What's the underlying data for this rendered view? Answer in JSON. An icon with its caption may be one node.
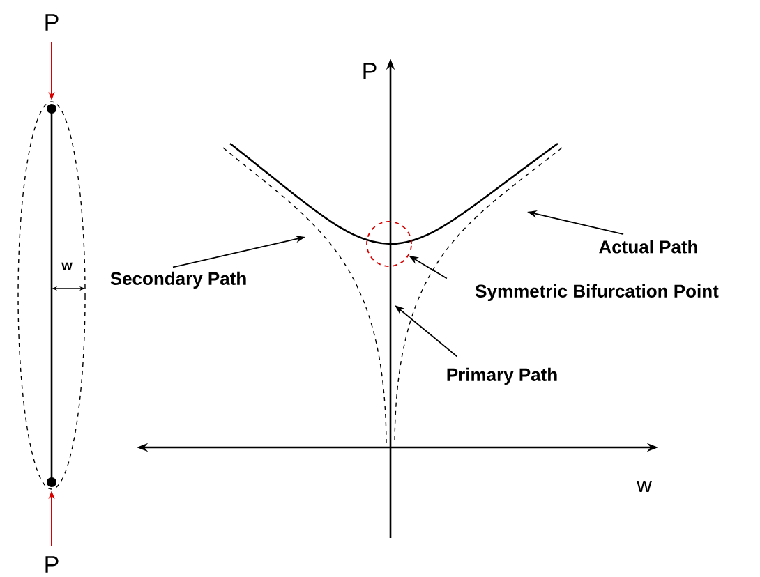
{
  "diagram": {
    "nodes": [
      {
        "text": [
          "Secondary Path"
        ]
      },
      {
        "text": [],
        "shape": "circle"
      },
      {
        "text": [
          "Actual Path"
        ]
      },
      {
        "text": [
          "Symmetric Bifurcation Point"
        ]
      },
      {
        "text": [
          "Primary Path"
        ]
      }
    ],
    "edges": [
      {
        "from": 0,
        "to": null,
        "arrow": "to"
      },
      {
        "from": 2,
        "to": null,
        "arrow": "to"
      },
      {
        "from": 3,
        "to": 1,
        "arrow": "to"
      },
      {
        "from": 4,
        "to": null,
        "arrow": "to"
      }
    ],
    "labels": [
      "P",
      "P",
      "w",
      "w",
      "P"
    ]
  }
}
